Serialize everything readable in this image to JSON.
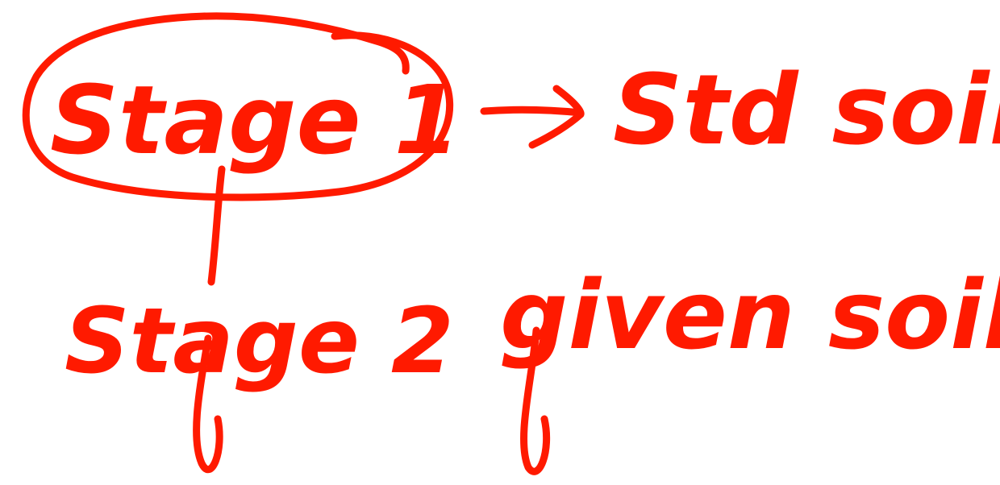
{
  "ink_color": "#ff1a00",
  "notes": {
    "stage1_label": "Stage 1",
    "arrow": "→",
    "std_soil_label": "Std soil",
    "stage2_label": "Stage 2",
    "given_soil_label": "given soil"
  }
}
